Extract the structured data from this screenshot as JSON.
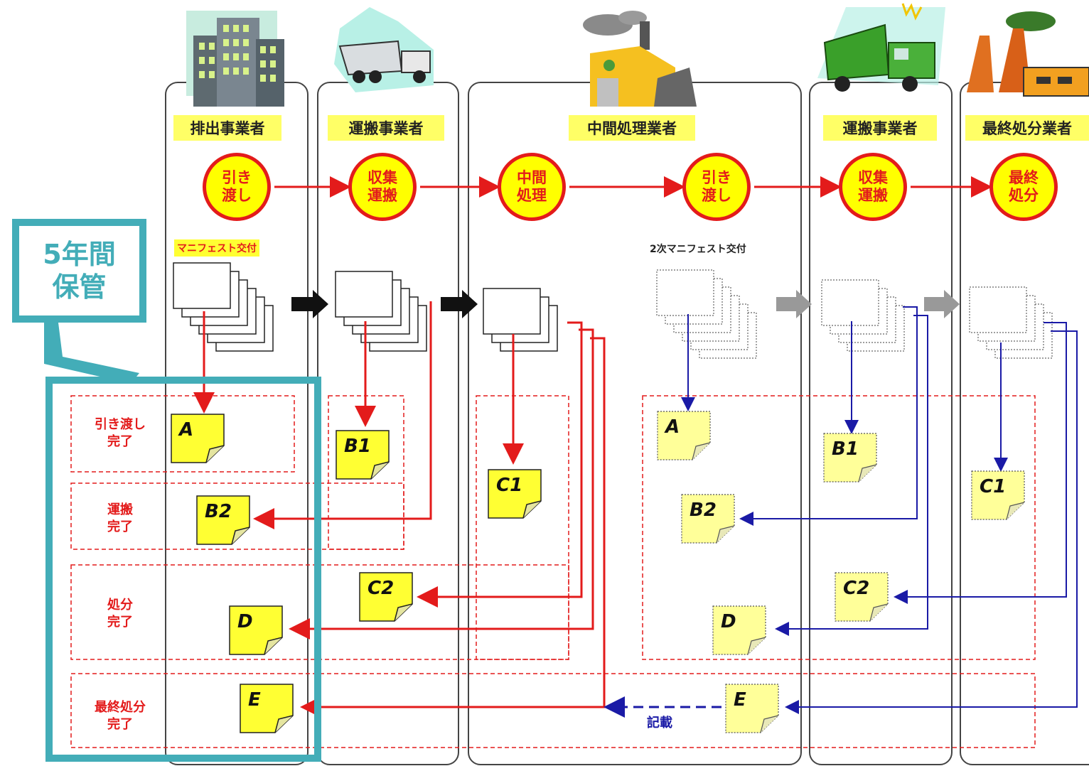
{
  "columns": [
    {
      "header": "排出事業者",
      "circle": "引き\n渡し"
    },
    {
      "header": "運搬事業者",
      "circle": "収集\n運搬"
    },
    {
      "header": "中間処理業者",
      "circle": "中間\n処理"
    },
    {
      "header": "",
      "circle": "引き\n渡し"
    },
    {
      "header": "運搬事業者",
      "circle": "収集\n運搬"
    },
    {
      "header": "最終処分業者",
      "circle": "最終\n処分"
    }
  ],
  "manifest_labels": {
    "first": "マニフェスト交付",
    "second": "2次マニフェスト交付"
  },
  "stage_labels": [
    "引き渡し\n完了",
    "運搬\n完了",
    "処分\n完了",
    "最終処分\n完了"
  ],
  "notes_primary": [
    "A",
    "B1",
    "B2",
    "C1",
    "C2",
    "D",
    "E"
  ],
  "notes_secondary": [
    "A",
    "B1",
    "B2",
    "C1",
    "C2",
    "D",
    "E"
  ],
  "retention": "5年間\n保管",
  "record_label": "記載",
  "icons": [
    "office-building-icon",
    "garbage-truck-icon",
    "processing-plant-icon",
    "dump-truck-icon",
    "disposal-factory-icon"
  ],
  "colors": {
    "red": "#e31b1b",
    "blue": "#1a1aa6",
    "teal": "#43adb8",
    "note_yellow": "#ffff33",
    "note_light": "#ffff99"
  }
}
